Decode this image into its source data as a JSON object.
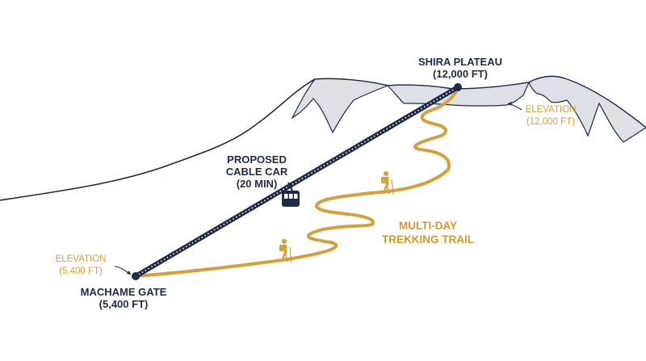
{
  "labels": {
    "shira": {
      "line1": "SHIRA PLATEAU",
      "line2": "(12,000 FT)"
    },
    "elevation_top": {
      "line1": "ELEVATION",
      "line2": "(12,000 FT)"
    },
    "cable_car": {
      "line1": "PROPOSED",
      "line2": "CABLE CAR",
      "line3": "(20 MIN)"
    },
    "trail": {
      "line1": "MULTI-DAY",
      "line2": "TREKKING TRAIL"
    },
    "elevation_bottom": {
      "line1": "ELEVATION",
      "line2": "(5,400 FT)"
    },
    "machame": {
      "line1": "MACHAME GATE",
      "line2": "(5,400 FT)"
    }
  },
  "icons": [
    "mountain-outline",
    "cable-car-line",
    "gondola-icon",
    "trekking-trail",
    "hiker-icon",
    "arrow-icon"
  ],
  "colors": {
    "navy": "#1f2a44",
    "gold": "#d4a03a",
    "snow": "#dde1e6",
    "white": "#ffffff"
  }
}
